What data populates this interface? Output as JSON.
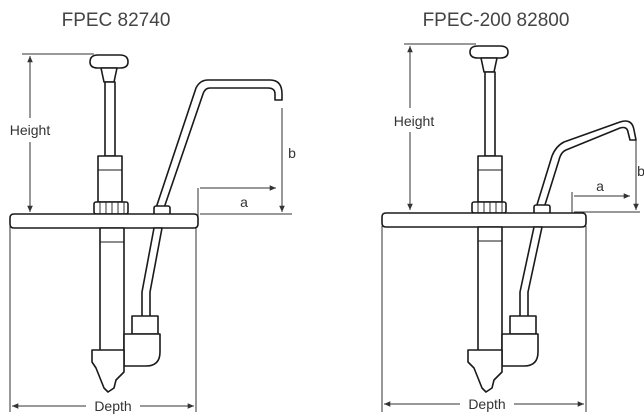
{
  "left_diagram": {
    "title": "FPEC 82740",
    "height_label": "Height",
    "depth_label": "Depth",
    "a_label": "a",
    "b_label": "b"
  },
  "right_diagram": {
    "title": "FPEC-200 82800",
    "height_label": "Height",
    "depth_label": "Depth",
    "a_label": "a",
    "b_label": "b"
  },
  "line_color": "#1a1a1a"
}
